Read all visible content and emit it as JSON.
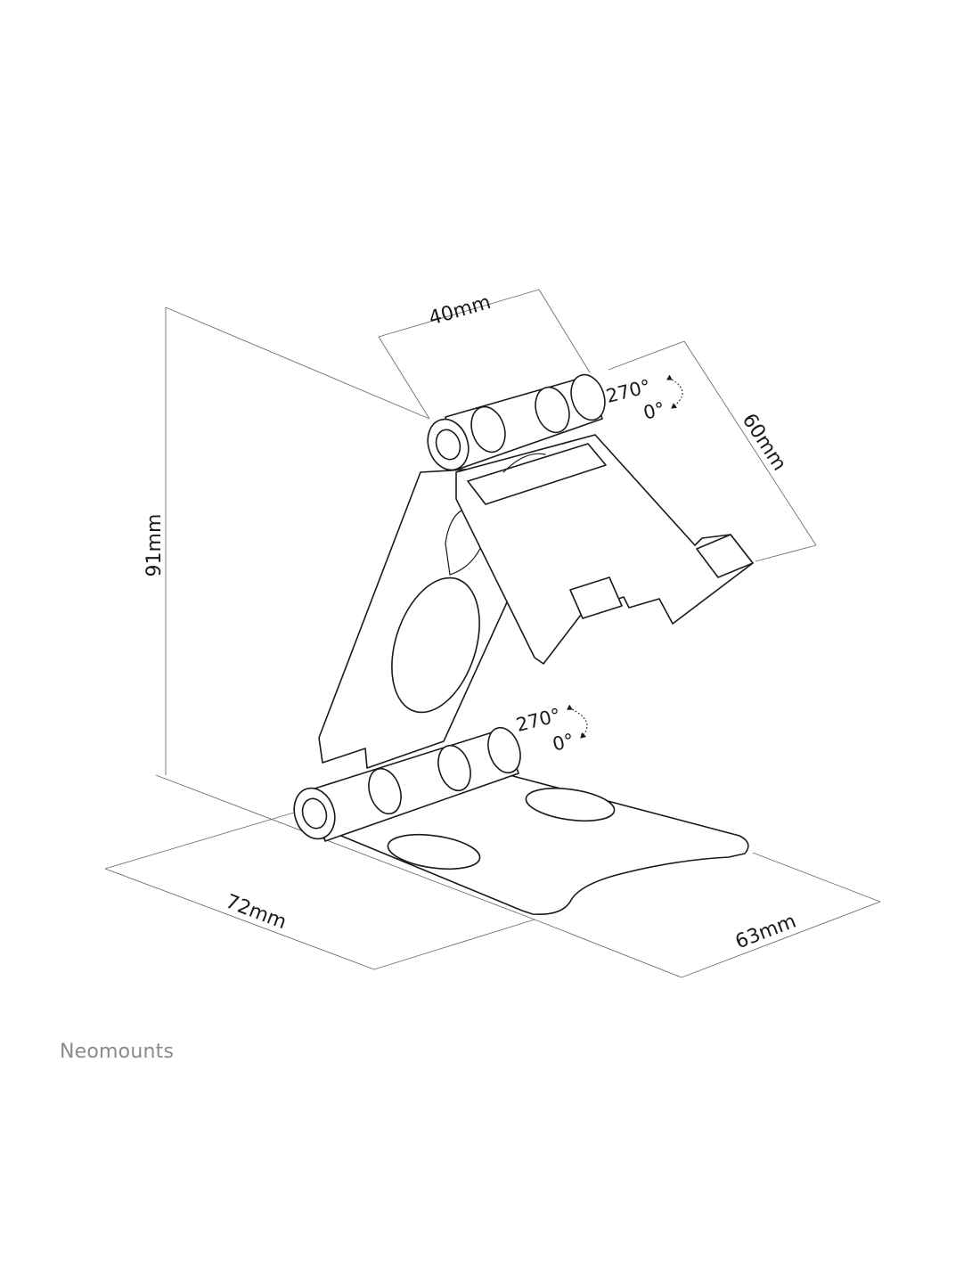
{
  "dimensions": {
    "top_width": "40mm",
    "plate_depth": "60mm",
    "height": "91mm",
    "base_length": "72mm",
    "base_width": "63mm"
  },
  "hinges": {
    "upper": {
      "max": "270°",
      "min": "0°"
    },
    "lower": {
      "max": "270°",
      "min": "0°"
    }
  },
  "brand": "Neomounts",
  "colors": {
    "line": "#1a1a1a",
    "dimension": "#6e6e6e",
    "brand": "#8a8a8a"
  }
}
